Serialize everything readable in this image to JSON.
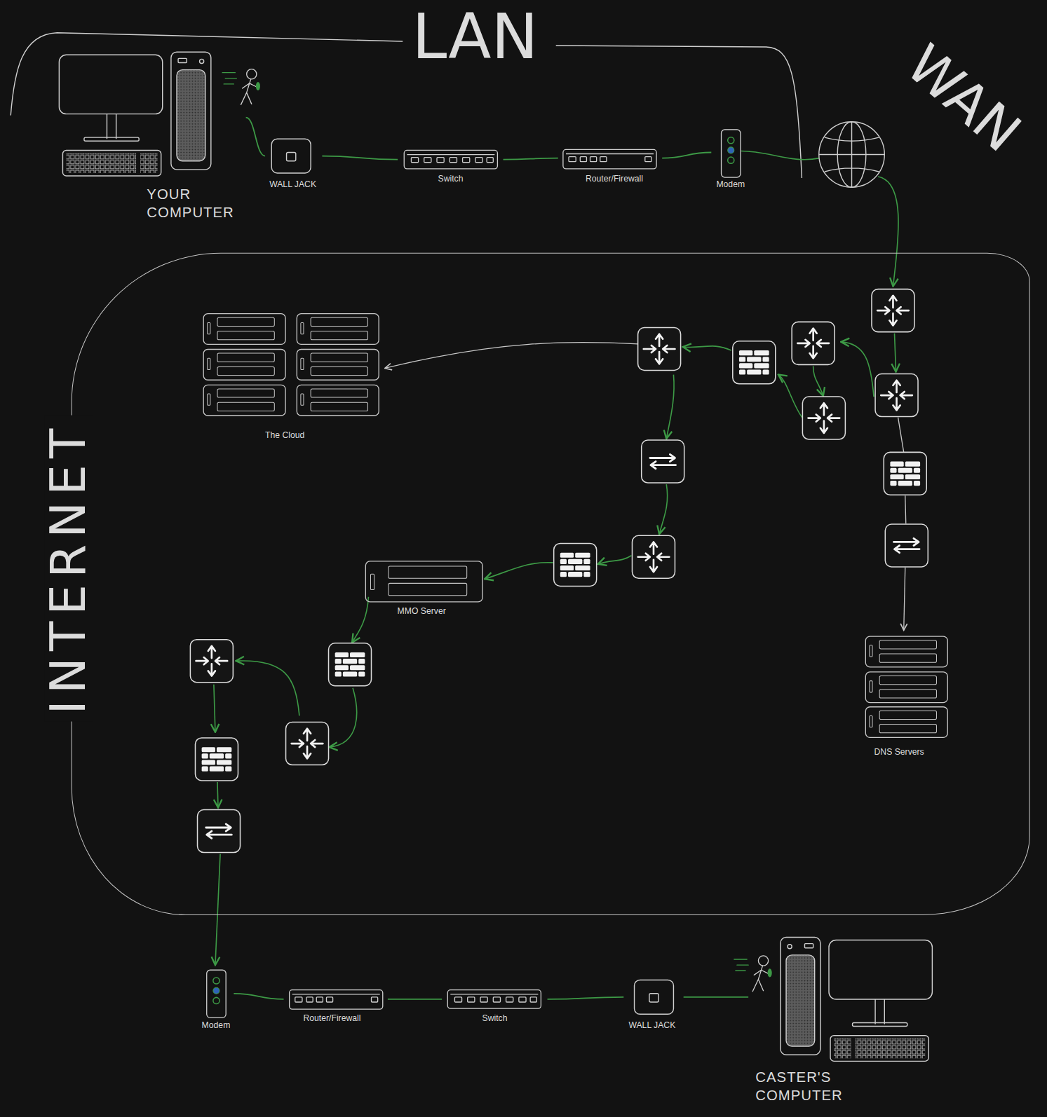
{
  "diagram": {
    "nodes": [
      {
        "text": [
          "YOUR COMPUTER"
        ]
      },
      {
        "text": [
          "WALL JACK"
        ]
      },
      {
        "text": [
          "Switch"
        ]
      },
      {
        "text": [
          "Router/Firewall"
        ]
      },
      {
        "text": [
          "Modem"
        ]
      },
      {
        "text": [
          "INTERNET"
        ]
      },
      {
        "text": [
          "The Cloud"
        ],
        "in": 5
      },
      {
        "text": [
          "MMO Server"
        ],
        "in": 5
      },
      {
        "text": [
          "DNS Servers"
        ],
        "in": 5
      },
      {
        "text": [
          "Modem"
        ]
      },
      {
        "text": [
          "Router/Firewall"
        ]
      },
      {
        "text": [
          "Switch"
        ]
      },
      {
        "text": [
          "WALL JACK"
        ]
      },
      {
        "text": [
          "CASTER'S COMPUTER"
        ]
      }
    ],
    "edges": [
      {
        "from": 0,
        "to": 1,
        "arrow": "none"
      },
      {
        "from": 1,
        "to": 2,
        "arrow": "none"
      },
      {
        "from": 2,
        "to": 3,
        "arrow": "none"
      },
      {
        "from": 3,
        "to": 4,
        "arrow": "none"
      },
      {
        "from": 9,
        "to": 10,
        "arrow": "none"
      },
      {
        "from": 10,
        "to": 11,
        "arrow": "none"
      },
      {
        "from": 11,
        "to": 12,
        "arrow": "none"
      },
      {
        "from": 12,
        "to": 13,
        "arrow": "none"
      }
    ],
    "labels": [
      "LAN",
      "WAN"
    ]
  }
}
